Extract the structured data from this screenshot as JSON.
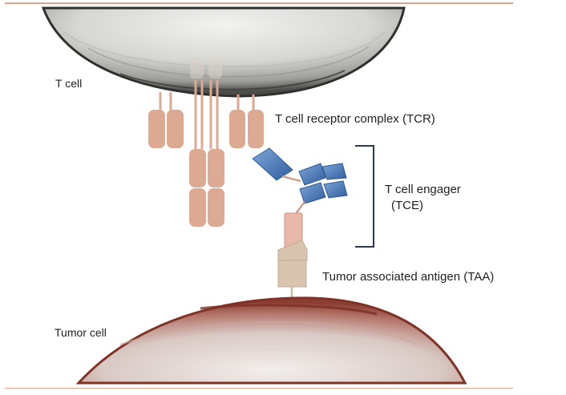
{
  "labels": {
    "t_cell": "T cell",
    "tcr": "T cell receptor complex (TCR)",
    "tce_line1": "T cell engager",
    "tce_line2": "(TCE)",
    "taa": "Tumor associated antigen (TAA)",
    "tumor_cell": "Tumor cell"
  },
  "colors": {
    "rule": "#e2a58c",
    "receptor": "#dcaa92",
    "engager": "#3f6fae",
    "antigen": "#d9c4b0",
    "tumor": "#a85a4c"
  }
}
